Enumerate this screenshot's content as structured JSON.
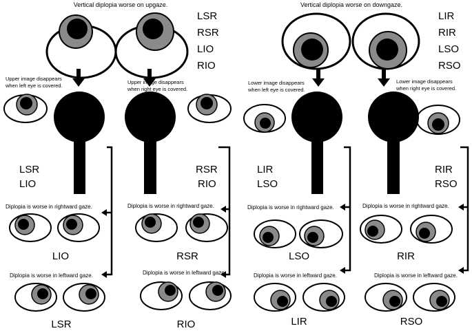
{
  "left_panel": {
    "heading": "Vertical diplopia worse on upgaze.",
    "muscles": [
      "LSR",
      "RSR",
      "LIO",
      "RIO"
    ],
    "left_note": [
      "Upper image disappears",
      "when left eye is covered."
    ],
    "right_note": [
      "Upper image disappears",
      "when right eye is covered."
    ],
    "left_group": [
      "LSR",
      "LIO"
    ],
    "right_group": [
      "RSR",
      "RIO"
    ],
    "gaze_right": "Diplopia is worse in rightward gaze.",
    "gaze_left": "Diplopia is worse in leftward gaze.",
    "result_right_left": "LIO",
    "result_right_right": "RSR",
    "result_left_left": "LSR",
    "result_left_right": "RIO"
  },
  "right_panel": {
    "heading": "Vertical diplopia worse on downgaze.",
    "muscles": [
      "LIR",
      "RIR",
      "LSO",
      "RSO"
    ],
    "left_note": [
      "Lower image disappears",
      "when left eye is covered."
    ],
    "right_note": [
      "Lower image disappears",
      "when right eye is covered."
    ],
    "left_group": [
      "LIR",
      "LSO"
    ],
    "right_group": [
      "RIR",
      "RSO"
    ],
    "gaze_right": "Diplopia is worse in rightward gaze.",
    "gaze_left": "Diplopia is worse in leftward gaze.",
    "result_right_left": "LSO",
    "result_right_right": "RIR",
    "result_left_left": "LIR",
    "result_left_right": "RSO"
  },
  "colors": {
    "ink": "#000000",
    "iris": "#8a8a8a",
    "paper": "#ffffff"
  }
}
